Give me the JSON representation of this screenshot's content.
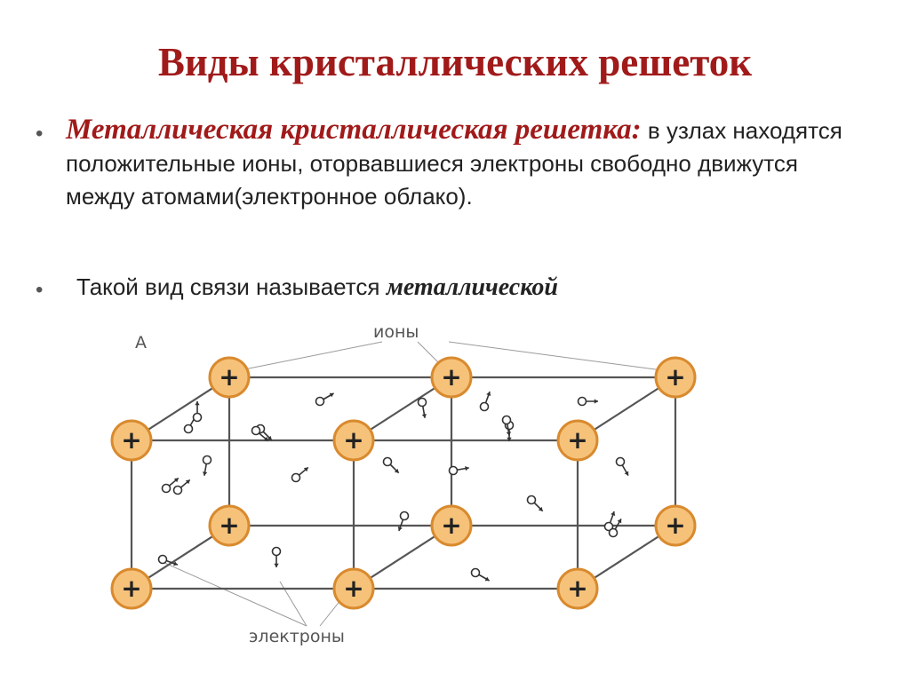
{
  "title": "Виды кристаллических решеток",
  "bullets": [
    {
      "term": "Металлическая кристаллическая решетка:",
      "text": " в узлах находятся положительные ионы, оторвавшиеся электроны свободно движутся между атомами(электронное облако)."
    },
    {
      "text": "Такой вид связи называется ",
      "emphasis": "металлической"
    }
  ],
  "diagram": {
    "corner_label": "А",
    "ions_label": "ионы",
    "electrons_label": "электроны",
    "ion_symbol": "+",
    "ion_count": 12,
    "electron_count": 24,
    "colors": {
      "ion_fill": "#f6c27a",
      "ion_stroke": "#d98a2e",
      "grid": "#555555",
      "title": "#a11a1a"
    }
  }
}
